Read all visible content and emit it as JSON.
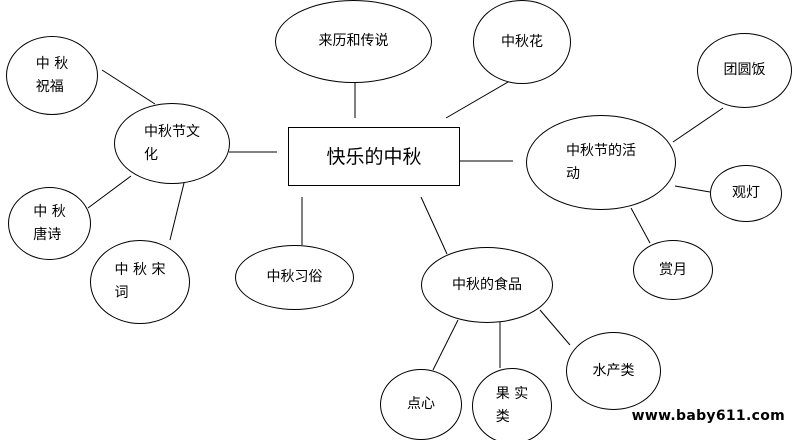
{
  "diagram": {
    "nodes": [
      {
        "id": "center",
        "text": "快乐的中秋",
        "shape": "rectangle"
      },
      {
        "id": "history",
        "text": "来历和传说",
        "shape": "ellipse"
      },
      {
        "id": "flower",
        "text": "中秋花",
        "shape": "ellipse"
      },
      {
        "id": "culture",
        "text": "中秋节文\n化",
        "shape": "ellipse"
      },
      {
        "id": "blessing",
        "text": "中 秋\n祝福",
        "shape": "ellipse"
      },
      {
        "id": "tang",
        "text": "中 秋\n唐诗",
        "shape": "ellipse"
      },
      {
        "id": "song",
        "text": "中 秋 宋\n词",
        "shape": "ellipse"
      },
      {
        "id": "customs",
        "text": "中秋习俗",
        "shape": "ellipse"
      },
      {
        "id": "food",
        "text": "中秋的食品",
        "shape": "ellipse"
      },
      {
        "id": "snack",
        "text": "点心",
        "shape": "ellipse"
      },
      {
        "id": "fruit",
        "text": "果 实\n类",
        "shape": "ellipse"
      },
      {
        "id": "seafood",
        "text": "水产类",
        "shape": "ellipse"
      },
      {
        "id": "activities",
        "text": "中秋节的活\n动",
        "shape": "ellipse"
      },
      {
        "id": "reunion",
        "text": "团圆饭",
        "shape": "ellipse"
      },
      {
        "id": "lantern",
        "text": "观灯",
        "shape": "ellipse"
      },
      {
        "id": "moon",
        "text": "赏月",
        "shape": "ellipse"
      }
    ],
    "edges": [
      {
        "from": "center",
        "to": "culture"
      },
      {
        "from": "center",
        "to": "history"
      },
      {
        "from": "center",
        "to": "flower"
      },
      {
        "from": "center",
        "to": "activities"
      },
      {
        "from": "center",
        "to": "customs"
      },
      {
        "from": "center",
        "to": "food"
      },
      {
        "from": "culture",
        "to": "blessing"
      },
      {
        "from": "culture",
        "to": "tang"
      },
      {
        "from": "culture",
        "to": "song"
      },
      {
        "from": "food",
        "to": "snack"
      },
      {
        "from": "food",
        "to": "fruit"
      },
      {
        "from": "food",
        "to": "seafood"
      },
      {
        "from": "activities",
        "to": "reunion"
      },
      {
        "from": "activities",
        "to": "lantern"
      },
      {
        "from": "activities",
        "to": "moon"
      }
    ]
  },
  "watermark": "www.baby611.com"
}
